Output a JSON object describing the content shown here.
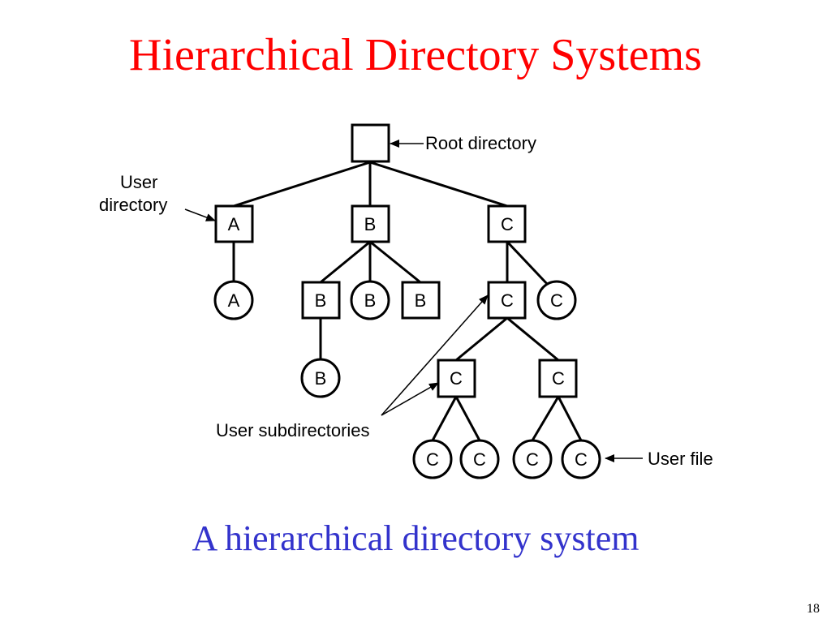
{
  "slide": {
    "title": "Hierarchical Directory Systems",
    "caption": "A hierarchical directory system",
    "number": "18",
    "title_color": "#ff0000",
    "caption_color": "#3333cc"
  },
  "diagram": {
    "annotations": {
      "root": "Root directory",
      "user_directory_line1": "User",
      "user_directory_line2": "directory",
      "user_subdirectories": "User subdirectories",
      "user_file": "User file"
    },
    "nodes": {
      "root": "",
      "dir_a": "A",
      "dir_b": "B",
      "dir_c": "C",
      "file_a": "A",
      "subdir_b": "B",
      "file_b1": "B",
      "subdir_b2": "B",
      "file_b_leaf": "B",
      "subdir_c": "C",
      "file_c1": "C",
      "subdir_c_left": "C",
      "subdir_c_right": "C",
      "file_c_ll": "C",
      "file_c_lr": "C",
      "file_c_rl": "C",
      "file_c_rr": "C"
    }
  }
}
